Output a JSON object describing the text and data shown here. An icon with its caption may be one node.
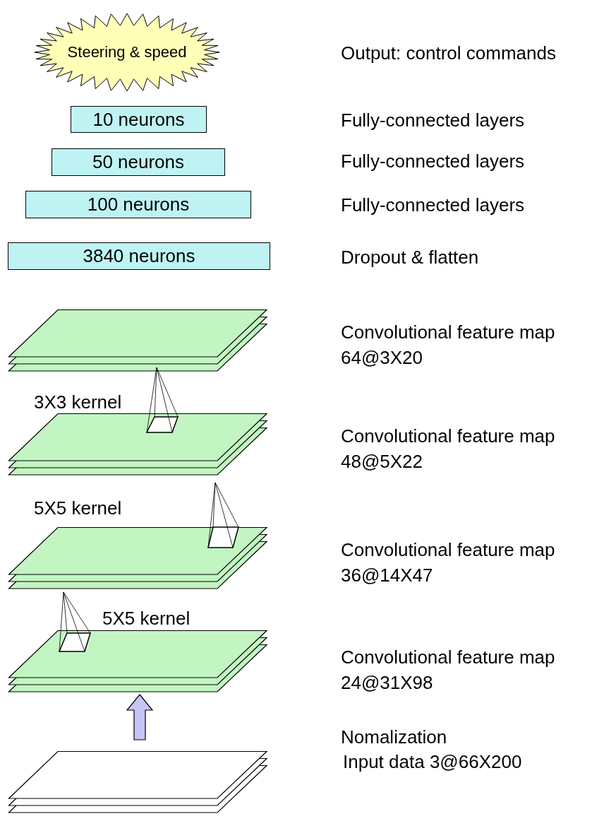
{
  "diagram": {
    "nodes": [
      {
        "text": [
          "Steering & speed"
        ]
      },
      {
        "text": [
          "10 neurons"
        ]
      },
      {
        "text": [
          "50 neurons"
        ]
      },
      {
        "text": [
          "100 neurons"
        ]
      },
      {
        "text": [
          "3840 neurons"
        ]
      },
      {
        "text": [],
        "shape": "stack"
      },
      {
        "text": [],
        "shape": "stack"
      },
      {
        "text": [],
        "shape": "stack"
      },
      {
        "text": [],
        "shape": "stack"
      },
      {
        "text": [],
        "shape": "stack"
      }
    ],
    "edges": [
      {
        "from": 9,
        "to": 8,
        "arrow": "to"
      }
    ],
    "labels": [
      "Output: control commands",
      "Fully-connected layers",
      "Fully-connected layers",
      "Fully-connected layers",
      "Dropout & flatten",
      "Convolutional feature map 64@3X20",
      "3X3 kernel",
      "Convolutional feature map 48@5X22",
      "5X5 kernel",
      "Convolutional feature map 36@14X47",
      "5X5 kernel",
      "Convolutional feature map 24@31X98",
      "Nomalization",
      "Input data 3@66X200"
    ]
  }
}
